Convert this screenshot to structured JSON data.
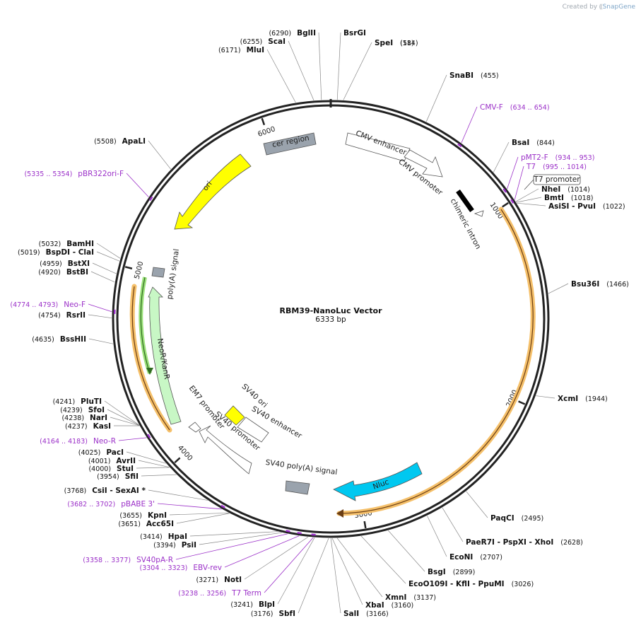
{
  "brand": {
    "prefix": "Created by",
    "name": "SnapGene"
  },
  "map": {
    "name": "RBM39-NanoLuc Vector",
    "length_label": "6333 bp",
    "total_bp": 6333
  },
  "ticks": [
    {
      "bp": 1000,
      "label": "1000"
    },
    {
      "bp": 2000,
      "label": "2000"
    },
    {
      "bp": 3000,
      "label": "3000"
    },
    {
      "bp": 4000,
      "label": "4000"
    },
    {
      "bp": 5000,
      "label": "5000"
    },
    {
      "bp": 6000,
      "label": "6000"
    }
  ],
  "enzymes": [
    {
      "name": "SnaBI",
      "pos": "(455)",
      "bp": 455
    },
    {
      "name": "BsaI",
      "pos": "(844)",
      "bp": 844
    },
    {
      "name": "NheI",
      "pos": "(1014)",
      "bp": 1014
    },
    {
      "name": "BmtI",
      "pos": "(1018)",
      "bp": 1018
    },
    {
      "name": "AsiSI - PvuI",
      "pos": "(1022)",
      "bp": 1022
    },
    {
      "name": "Bsu36I",
      "pos": "(1466)",
      "bp": 1466
    },
    {
      "name": "XcmI",
      "pos": "(1944)",
      "bp": 1944
    },
    {
      "name": "PaqCI",
      "pos": "(2495)",
      "bp": 2495
    },
    {
      "name": "PaeR7I - PspXI - XhoI",
      "pos": "(2628)",
      "bp": 2628
    },
    {
      "name": "EcoNI",
      "pos": "(2707)",
      "bp": 2707
    },
    {
      "name": "BsgI",
      "pos": "(2899)",
      "bp": 2899
    },
    {
      "name": "EcoO109I - KflI - PpuMI",
      "pos": "(3026)",
      "bp": 3026
    },
    {
      "name": "XmnI",
      "pos": "(3137)",
      "bp": 3137
    },
    {
      "name": "XbaI",
      "pos": "(3160)",
      "bp": 3160
    },
    {
      "name": "SalI",
      "pos": "(3166)",
      "bp": 3166
    },
    {
      "name": "SbfI",
      "pos": "(3176)",
      "bp": 3176
    },
    {
      "name": "BlpI",
      "pos": "(3241)",
      "bp": 3241
    },
    {
      "name": "NotI",
      "pos": "(3271)",
      "bp": 3271
    },
    {
      "name": "PsiI",
      "pos": "(3394)",
      "bp": 3394
    },
    {
      "name": "HpaI",
      "pos": "(3414)",
      "bp": 3414
    },
    {
      "name": "Acc65I",
      "pos": "(3651)",
      "bp": 3651
    },
    {
      "name": "KpnI",
      "pos": "(3655)",
      "bp": 3655
    },
    {
      "name": "CsiI - SexAI *",
      "pos": "(3768)",
      "bp": 3768
    },
    {
      "name": "SfiI",
      "pos": "(3954)",
      "bp": 3954
    },
    {
      "name": "StuI",
      "pos": "(4000)",
      "bp": 4000
    },
    {
      "name": "AvrII",
      "pos": "(4001)",
      "bp": 4001
    },
    {
      "name": "PacI",
      "pos": "(4025)",
      "bp": 4025
    },
    {
      "name": "KasI",
      "pos": "(4237)",
      "bp": 4237
    },
    {
      "name": "NarI",
      "pos": "(4238)",
      "bp": 4238
    },
    {
      "name": "SfoI",
      "pos": "(4239)",
      "bp": 4239
    },
    {
      "name": "PluTI",
      "pos": "(4241)",
      "bp": 4241
    },
    {
      "name": "BssHII",
      "pos": "(4635)",
      "bp": 4635
    },
    {
      "name": "RsrII",
      "pos": "(4754)",
      "bp": 4754
    },
    {
      "name": "BstBI",
      "pos": "(4920)",
      "bp": 4920
    },
    {
      "name": "BstXI",
      "pos": "(4959)",
      "bp": 4959
    },
    {
      "name": "BspDI - ClaI",
      "pos": "(5019)",
      "bp": 5019
    },
    {
      "name": "BamHI",
      "pos": "(5032)",
      "bp": 5032
    },
    {
      "name": "ApaLI",
      "pos": "(5508)",
      "bp": 5508
    },
    {
      "name": "MluI",
      "pos": "(6171)",
      "bp": 6171
    },
    {
      "name": "ScaI",
      "pos": "(6255)",
      "bp": 6255
    },
    {
      "name": "BglII",
      "pos": "(6290)",
      "bp": 6290
    },
    {
      "name": "BsrGI",
      "pos": "",
      "bp": 30
    },
    {
      "name": "SpeI",
      "pos": "(58)",
      "bp": 58
    },
    {
      "name": "",
      "pos": "(114)",
      "bp": 114
    }
  ],
  "primers": [
    {
      "name": "CMV-F",
      "pos": "(634 .. 654)",
      "bp": 644
    },
    {
      "name": "pMT2-F",
      "pos": "(934 .. 953)",
      "bp": 943
    },
    {
      "name": "T7",
      "pos": "(995 .. 1014)",
      "bp": 1004
    },
    {
      "name": "Neo-F",
      "pos": "(4774 .. 4793)",
      "bp": 4783
    },
    {
      "name": "Neo-R",
      "pos": "(4164 .. 4183)",
      "bp": 4173
    },
    {
      "name": "pBABE 3'",
      "pos": "(3682 .. 3702)",
      "bp": 3692
    },
    {
      "name": "SV40pA-R",
      "pos": "(3358 .. 3377)",
      "bp": 3367
    },
    {
      "name": "EBV-rev",
      "pos": "(3304 .. 3323)",
      "bp": 3313
    },
    {
      "name": "T7 Term",
      "pos": "(3238 .. 3256)",
      "bp": 3247
    },
    {
      "name": "pBR322ori-F",
      "pos": "(5335 .. 5354)",
      "bp": 5344
    }
  ],
  "features": [
    {
      "name": "cer region",
      "color": "#9aa3ad"
    },
    {
      "name": "CMV enhancer",
      "color": "#ffffff"
    },
    {
      "name": "CMV promoter",
      "color": "#ffffff"
    },
    {
      "name": "chimeric intron",
      "color": "#000000"
    },
    {
      "name": "T7 promoter",
      "color": "#ffffff"
    },
    {
      "name": "ori",
      "color": "#ffff00"
    },
    {
      "name": "poly(A) signal",
      "color": "#9aa3ad"
    },
    {
      "name": "NeoR/KanR",
      "color": "#c8f7c5"
    },
    {
      "name": "EM7 promoter",
      "color": "#ffffff"
    },
    {
      "name": "SV40 ori",
      "color": "#ffff00"
    },
    {
      "name": "SV40 enhancer",
      "color": "#ffffff"
    },
    {
      "name": "SV40 promoter",
      "color": "#ffffff"
    },
    {
      "name": "SV40 poly(A) signal",
      "color": "#9aa3ad"
    },
    {
      "name": "Nluc",
      "color": "#00c8f0"
    }
  ],
  "colors": {
    "primer": "#9b30c8",
    "orf_fill": "#f5c06a",
    "orf_line": "#6b3e14",
    "neo_line": "#2e6b1f"
  }
}
